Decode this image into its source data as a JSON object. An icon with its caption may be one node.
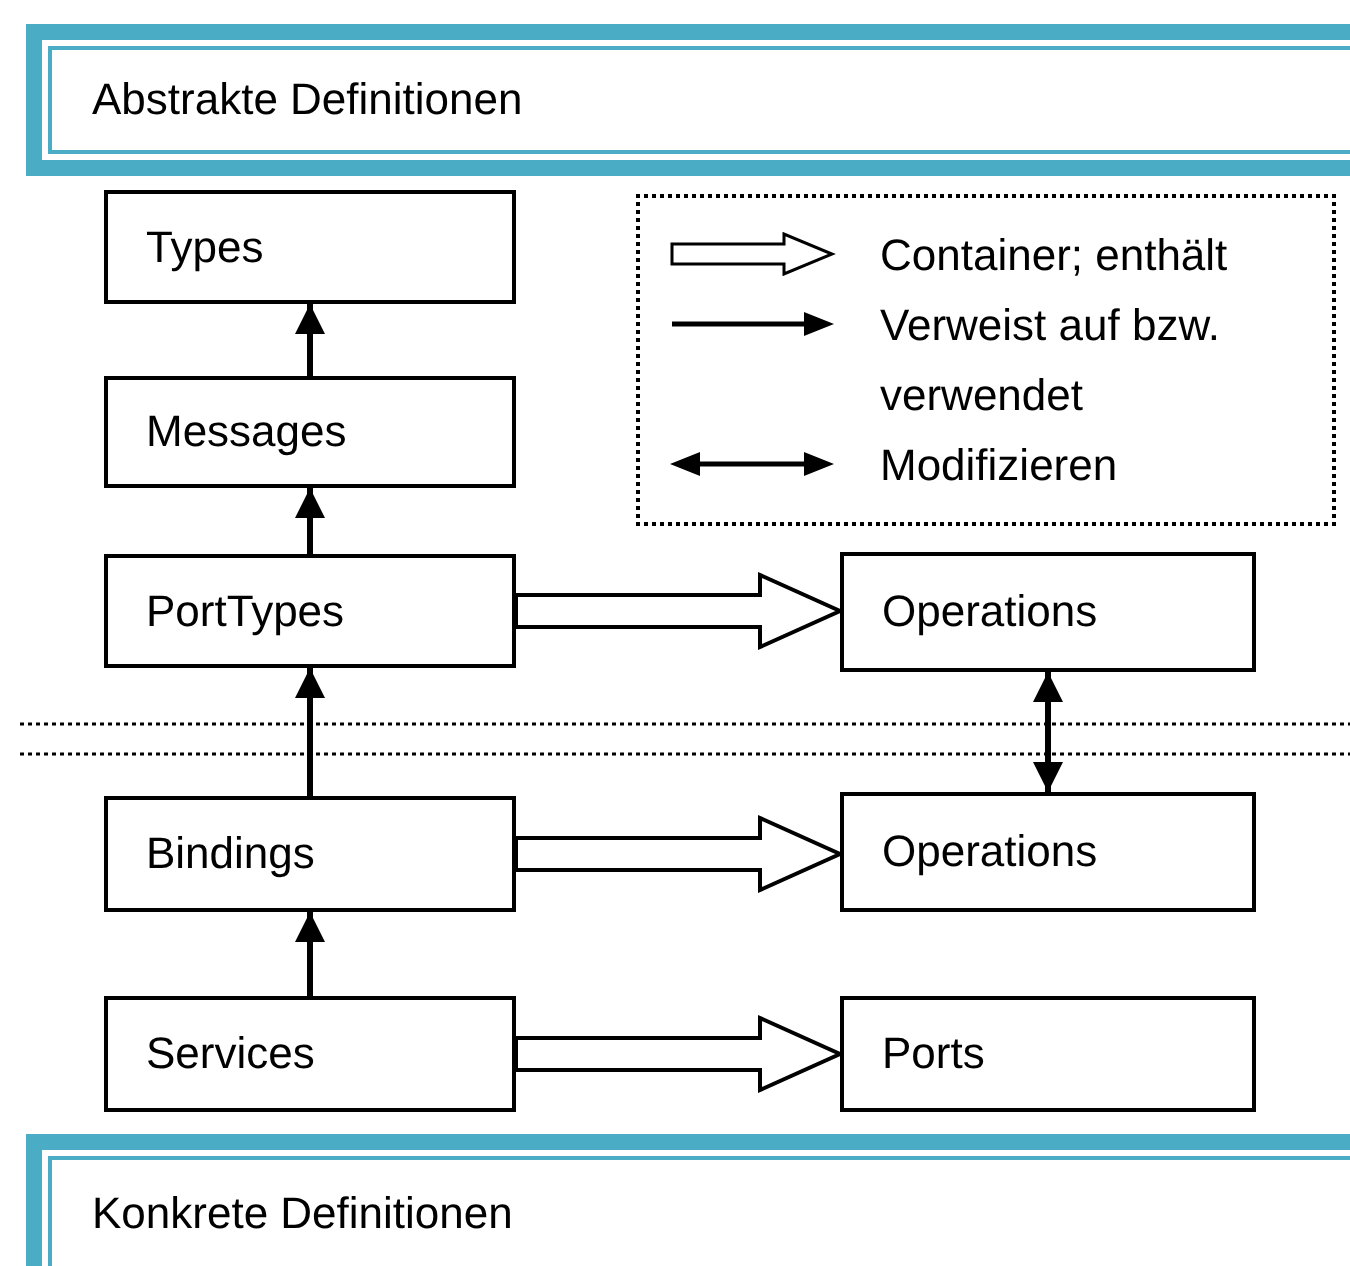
{
  "diagram": {
    "nodes": [
      {
        "text": [
          "Abstrakte Definitionen"
        ]
      },
      {
        "text": [
          "Types"
        ]
      },
      {
        "text": [
          "Messages"
        ]
      },
      {
        "text": [
          "PortTypes"
        ]
      },
      {
        "text": [
          "Operations"
        ]
      },
      {
        "text": [
          "Bindings"
        ]
      },
      {
        "text": [
          "Operations"
        ]
      },
      {
        "text": [
          "Services"
        ]
      },
      {
        "text": [
          "Ports"
        ]
      },
      {
        "text": [
          "Konkrete Definitionen"
        ]
      }
    ],
    "edges": [
      {
        "from": 2,
        "to": 1,
        "arrow": "to"
      },
      {
        "from": 3,
        "to": 2,
        "arrow": "to"
      },
      {
        "from": 5,
        "to": 3,
        "arrow": "to"
      },
      {
        "from": 7,
        "to": 5,
        "arrow": "to"
      },
      {
        "from": 3,
        "to": 4,
        "arrow": "to",
        "style": "thick"
      },
      {
        "from": 5,
        "to": 6,
        "arrow": "to",
        "style": "thick"
      },
      {
        "from": 7,
        "to": 8,
        "arrow": "to",
        "style": "thick"
      },
      {
        "from": 4,
        "to": 6,
        "arrow": "both"
      }
    ],
    "legend": [
      {
        "text": "Container; enthält"
      },
      {
        "text": "Verweist auf bzw. verwendet"
      },
      {
        "text": "Modifizieren"
      }
    ]
  }
}
